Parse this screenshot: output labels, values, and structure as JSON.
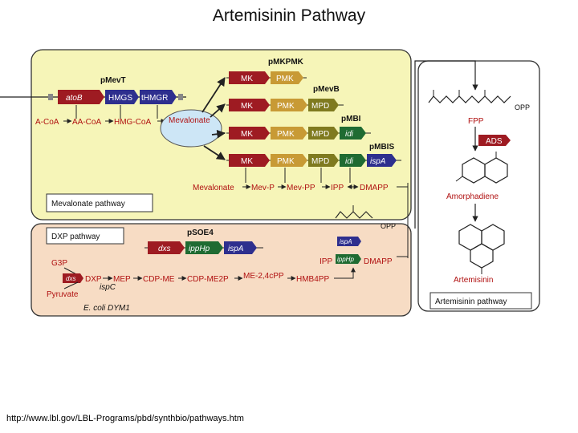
{
  "title": "Artemisinin Pathway",
  "source_url": "http://www.lbl.gov/LBL-Programs/pbd/synthbio/pathways.htm",
  "colors": {
    "mevalonate_panel": "#f6f5b8",
    "dxp_panel": "#f7dcc4",
    "artemisinin_panel": "#ffffff",
    "red_arrow": "#9e1b22",
    "blue_arrow": "#2e2f8e",
    "brown_box": "#c89a35",
    "olive_box": "#7f7a1f",
    "green_box": "#1f6b32",
    "ellipse": "#cde6f6",
    "label_red": "#b01010"
  },
  "diagram": {
    "plasmid_pMevT": "pMevT",
    "plasmid_pMKPMK": "pMKPMK",
    "plasmid_pMevB": "pMevB",
    "plasmid_pMBI": "pMBI",
    "plasmid_pMBIS": "pMBIS",
    "plasmid_pSOE4": "pSOE4",
    "gene_atoB": "atoB",
    "gene_HMGS": "HMGS",
    "gene_tHMGR": "tHMGR",
    "gene_MK": "MK",
    "gene_PMK": "PMK",
    "gene_MPD": "MPD",
    "gene_idi": "idi",
    "gene_ispA": "ispA",
    "gene_ADS": "ADS",
    "gene_dxs": "dxs",
    "gene_ippHp": "ippHp",
    "gene_ispC": "ispC",
    "met_acetylcoa": "A-CoA",
    "met_acetoacetylcoa": "AA-CoA",
    "met_hmgcoa": "HMG-CoA",
    "met_mevalonate": "Mevalonate",
    "met_mevalonate_bottom": "Mevalonate",
    "met_mevp": "Mev-P",
    "met_mevpp": "Mev-PP",
    "met_ipp": "IPP",
    "met_dmapp": "DMAPP",
    "met_ipp_dxp": "IPP",
    "met_dmapp_dxp": "DMAPP",
    "met_fpp": "FPP",
    "met_opp_fpp": "OPP",
    "met_opp_gpp": "OPP",
    "met_g3p": "G3P",
    "met_pyruvate": "Pyruvate",
    "met_dxp": "DXP",
    "met_mep": "MEP",
    "met_cdpme": "CDP-ME",
    "met_cdpme2p": "CDP-ME2P",
    "met_mecpp": "ME-2,4cPP",
    "met_hmbpp": "HMB4PP",
    "met_amorphadiene": "Amorphadiene",
    "met_artemisinin": "Artemisinin",
    "label_mevalonate_pathway": "Mevalonate pathway",
    "label_dxp_pathway": "DXP pathway",
    "label_artemisinin_pathway": "Artemisinin pathway",
    "label_strain": "E. coli DYM1"
  }
}
